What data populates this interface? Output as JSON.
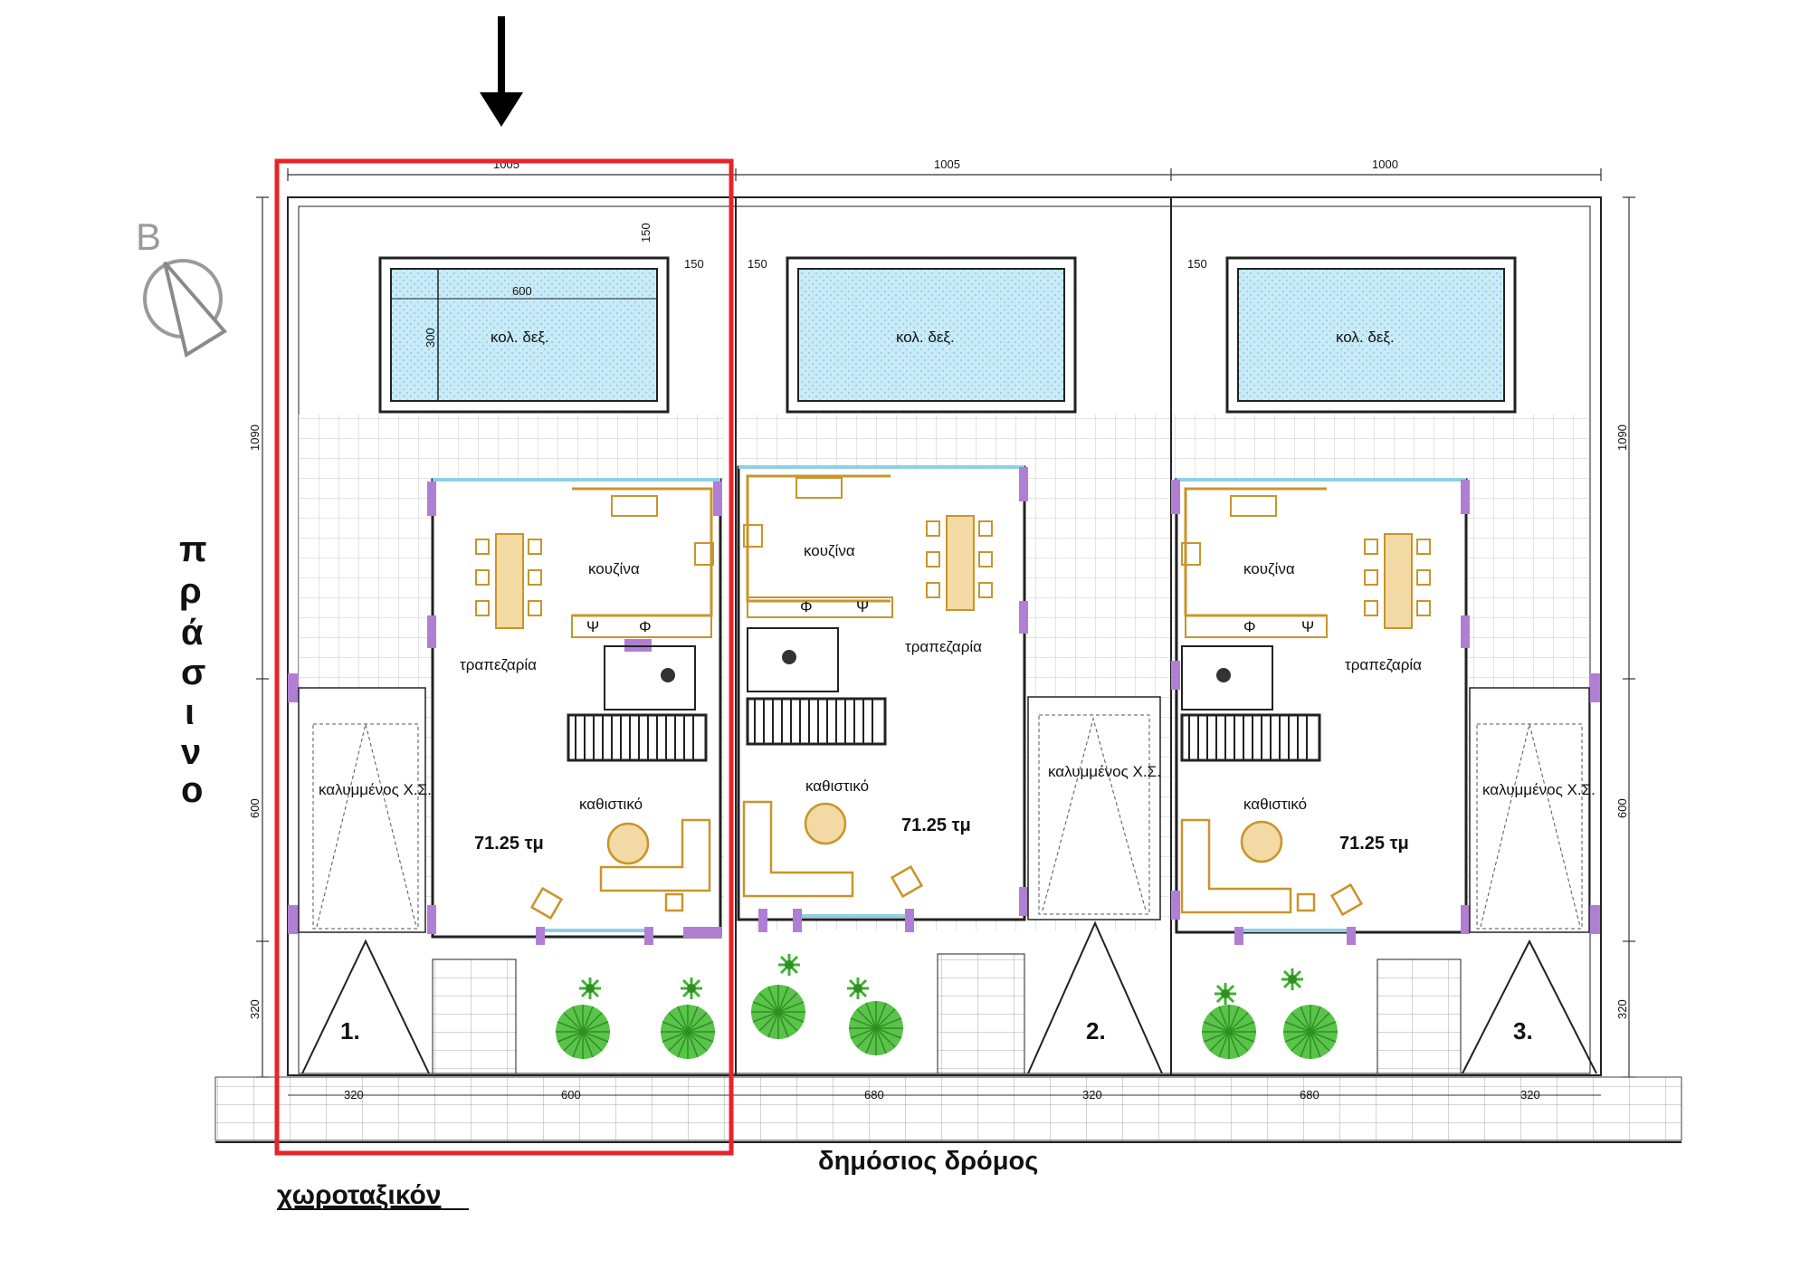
{
  "north_label": "B",
  "side_label_letters": [
    "π",
    "ρ",
    "ά",
    "σ",
    "ι",
    "ν",
    "ο"
  ],
  "road_label": "δημόσιος δρόμος",
  "plan_title": "χωροταξικόν",
  "dimensions": {
    "top_1": "1005",
    "top_2": "1005",
    "top_3": "1000",
    "pool_offset_1": "150",
    "pool_offset_2": "150",
    "pool_offset_3": "150",
    "pool_offset_4": "150",
    "pool_length": "600",
    "pool_width": "300",
    "left_1090": "1090",
    "left_600": "600",
    "left_320": "320",
    "right_1090": "1090",
    "right_600": "600",
    "right_320": "320",
    "bottom_1": "320",
    "bottom_2": "600",
    "bottom_3": "680",
    "bottom_4": "320",
    "bottom_5": "680",
    "bottom_6": "320"
  },
  "units": [
    {
      "pool": "κολ. δεξ.",
      "kitchen": "κουζίνα",
      "dining": "τραπεζαρία",
      "living": "καθιστικό",
      "area": "71.25 τμ",
      "parking": "καλυμμένος Χ.Σ.",
      "number": "1.",
      "fridge": "Ψ",
      "oven": "Φ"
    },
    {
      "pool": "κολ. δεξ.",
      "kitchen": "κουζίνα",
      "dining": "τραπεζαρία",
      "living": "καθιστικό",
      "area": "71.25 τμ",
      "parking": "καλυμμένος Χ.Σ.",
      "number": "2.",
      "fridge": "Ψ",
      "oven": "Φ"
    },
    {
      "pool": "κολ. δεξ.",
      "kitchen": "κουζίνα",
      "dining": "τραπεζαρία",
      "living": "καθιστικό",
      "area": "71.25 τμ",
      "parking": "καλυμμένος Χ.Σ.",
      "number": "3.",
      "fridge": "Ψ",
      "oven": "Φ"
    }
  ],
  "colors": {
    "highlight": "#e8242a",
    "walls": "#222222",
    "furniture": "#c9952a",
    "window": "#8fd0e6",
    "column": "#b07fd4",
    "plants": "#52c441",
    "pool": "#a9dcef"
  }
}
